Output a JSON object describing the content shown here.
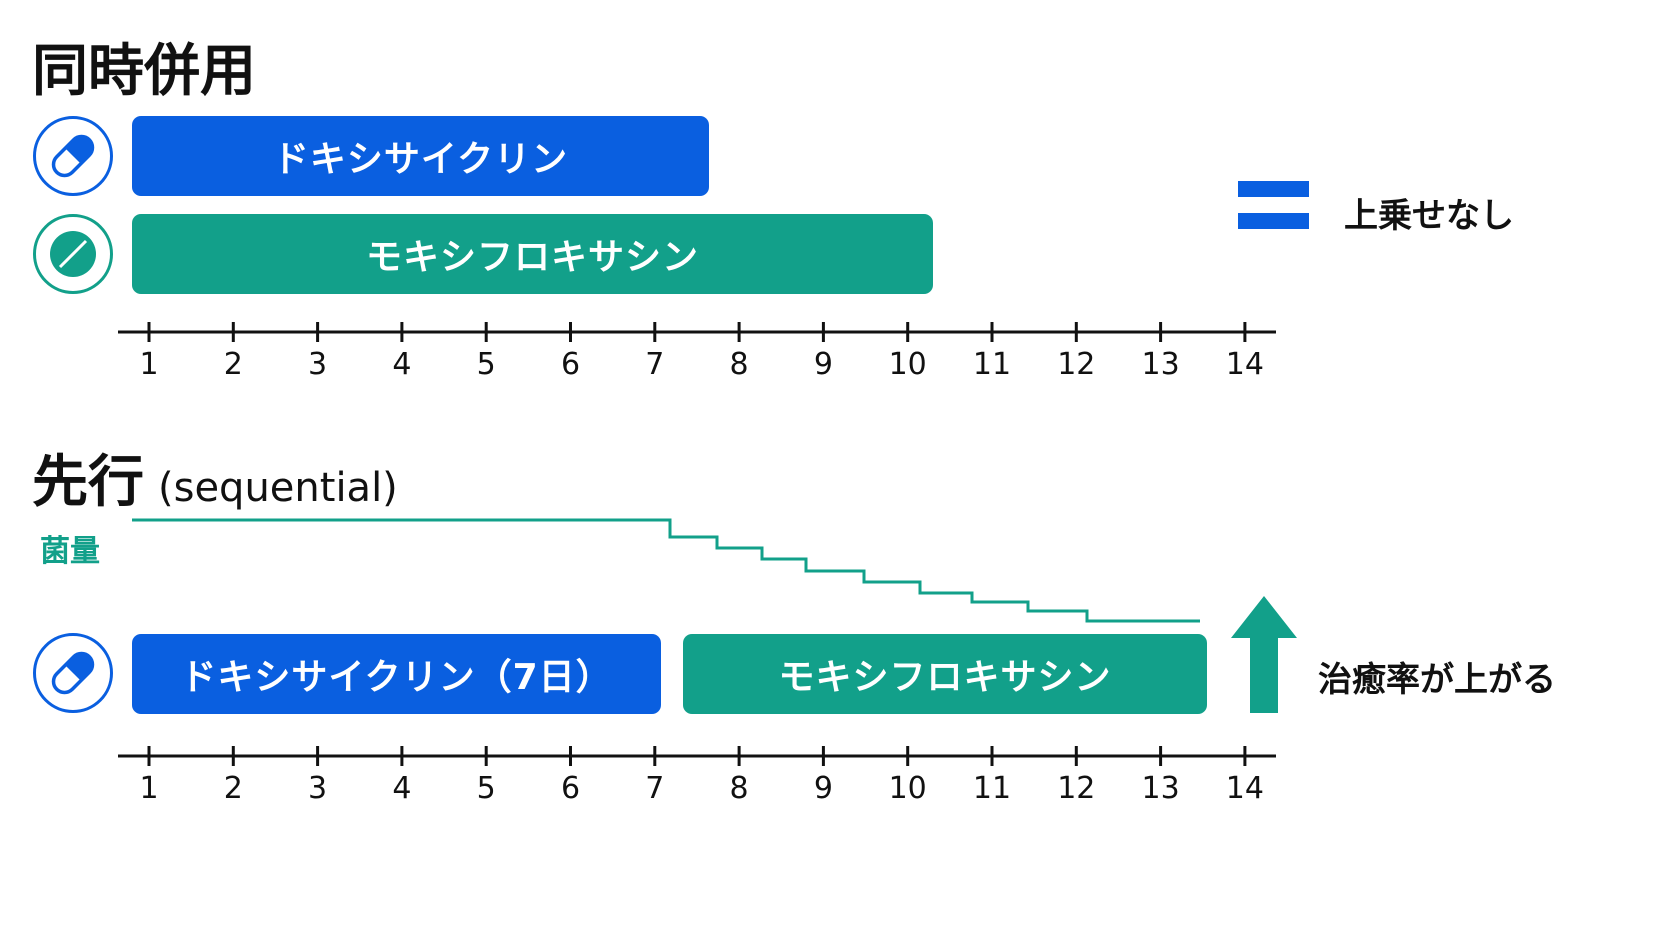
{
  "concurrent": {
    "title": "同時併用",
    "doxy_label": "ドキシサイクリン",
    "moxi_label": "モキシフロキサシン",
    "result_label": "上乗せなし"
  },
  "sequential": {
    "title": "先行",
    "subtitle": "(sequential)",
    "bacteria_label": "菌量",
    "doxy_label": "ドキシサイクリン（7日）",
    "moxi_label": "モキシフロキサシン",
    "result_label": "治癒率が上がる"
  },
  "axis_ticks": [
    "1",
    "2",
    "3",
    "4",
    "5",
    "6",
    "7",
    "8",
    "9",
    "10",
    "11",
    "12",
    "13",
    "14"
  ],
  "colors": {
    "doxy": "#0a5fe0",
    "moxi": "#12a08a",
    "axis": "#111111"
  },
  "icons": {
    "doxy": "capsule-icon",
    "moxi": "tablet-icon",
    "equal": "equals-icon",
    "up": "up-arrow-icon"
  }
}
